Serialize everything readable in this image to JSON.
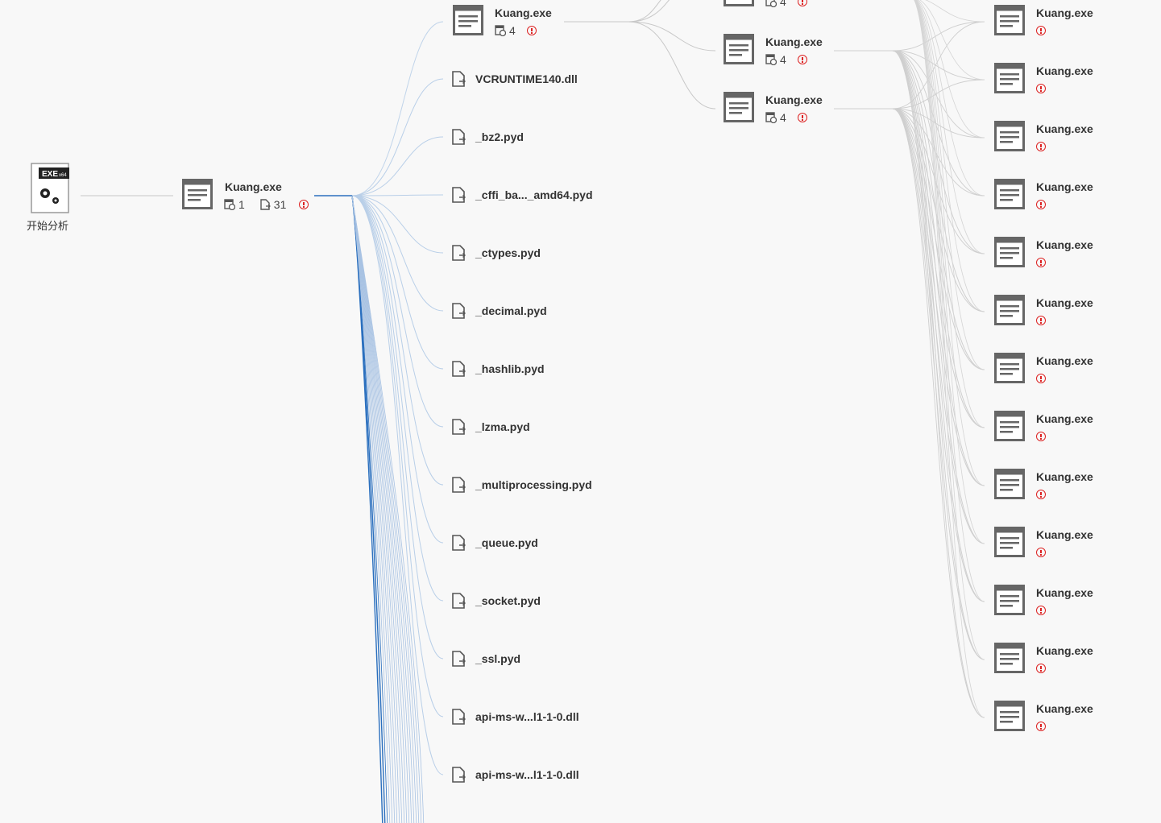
{
  "root": {
    "label": "开始分析",
    "badge": "EXE",
    "badge_sub": "x64"
  },
  "main_process": {
    "title": "Kuang.exe",
    "subproc_count": "1",
    "file_count": "31"
  },
  "top_child": {
    "title": "Kuang.exe",
    "count": "4"
  },
  "mid_children": [
    {
      "title": "Kuang.exe",
      "count": "4"
    },
    {
      "title": "Kuang.exe",
      "count": "4"
    },
    {
      "title": "Kuang.exe",
      "count": "4"
    }
  ],
  "files": [
    "VCRUNTIME140.dll",
    "_bz2.pyd",
    "_cffi_ba..._amd64.pyd",
    "_ctypes.pyd",
    "_decimal.pyd",
    "_hashlib.pyd",
    "_lzma.pyd",
    "_multiprocessing.pyd",
    "_queue.pyd",
    "_socket.pyd",
    "_ssl.pyd",
    "api-ms-w...l1-1-0.dll",
    "api-ms-w...l1-1-0.dll"
  ],
  "leaf_processes": [
    "Kuang.exe",
    "Kuang.exe",
    "Kuang.exe",
    "Kuang.exe",
    "Kuang.exe",
    "Kuang.exe",
    "Kuang.exe",
    "Kuang.exe",
    "Kuang.exe",
    "Kuang.exe",
    "Kuang.exe",
    "Kuang.exe",
    "Kuang.exe"
  ],
  "colors": {
    "warn": "#dd2222",
    "edge_blue": "#2a6fbe",
    "edge_gray": "#c8c8c8",
    "icon": "#666666"
  }
}
